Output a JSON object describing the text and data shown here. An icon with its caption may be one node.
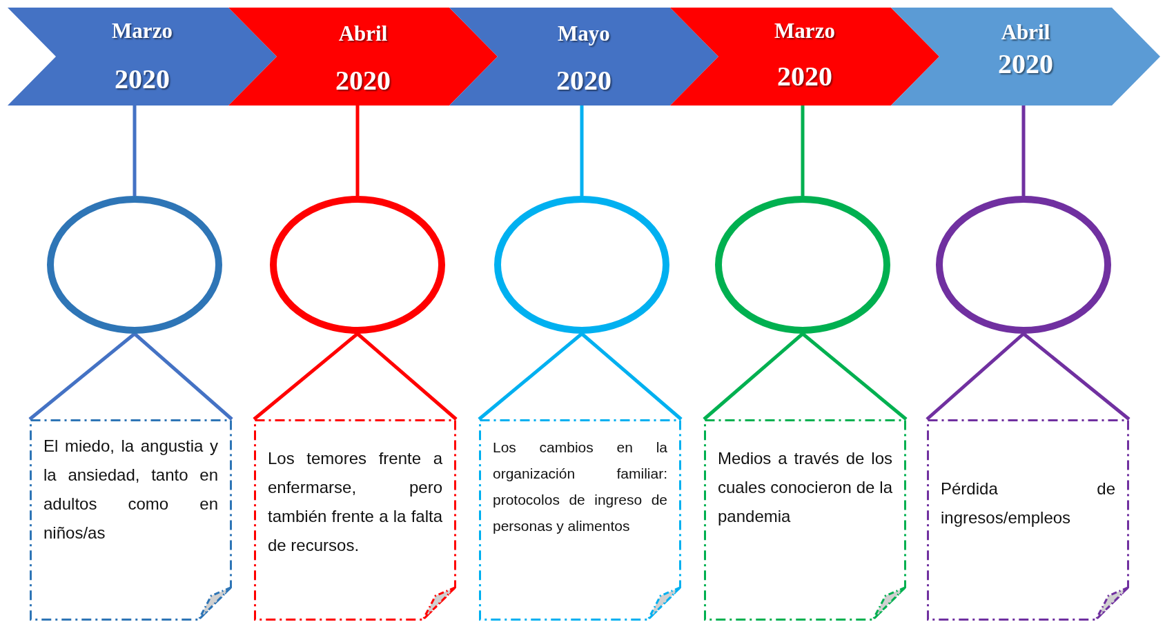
{
  "diagram": {
    "nodes": [
      {
        "text": [
          "Marzo",
          "2020"
        ]
      },
      {
        "text": [
          "Abril",
          "2020"
        ]
      },
      {
        "text": [
          "Mayo",
          "2020"
        ]
      },
      {
        "text": [
          "Marzo",
          "2020"
        ]
      },
      {
        "text": [
          "Abril",
          "2020"
        ]
      },
      {
        "text": [],
        "shape": "circle"
      },
      {
        "text": [],
        "shape": "circle"
      },
      {
        "text": [],
        "shape": "circle"
      },
      {
        "text": [],
        "shape": "circle"
      },
      {
        "text": [],
        "shape": "circle"
      },
      {
        "text": [
          "El miedo, la angustia y la ansiedad, tanto en adultos como en niños/as"
        ]
      },
      {
        "text": [
          "Los temores frente a enfermarse, pero también frente a la falta de recursos."
        ]
      },
      {
        "text": [
          "Los cambios en la organización familiar: protocolos de ingreso de personas y alimentos"
        ]
      },
      {
        "text": [
          "Medios a través de los cuales conocieron de la pandemia"
        ]
      },
      {
        "text": [
          "Pérdida de ingresos/empleos"
        ]
      }
    ],
    "edges": [
      {
        "from": 0,
        "to": 5,
        "arrow": "none",
        "color": "#4472c4"
      },
      {
        "from": 5,
        "to": 10,
        "arrow": "none",
        "color": "#4472c4"
      },
      {
        "from": 5,
        "to": 10,
        "arrow": "none",
        "color": "#4472c4"
      },
      {
        "from": 1,
        "to": 6,
        "arrow": "none",
        "color": "#ff0000"
      },
      {
        "from": 6,
        "to": 11,
        "arrow": "none",
        "color": "#ff0000"
      },
      {
        "from": 6,
        "to": 11,
        "arrow": "none",
        "color": "#ff0000"
      },
      {
        "from": 2,
        "to": 7,
        "arrow": "none",
        "color": "#00b0f0"
      },
      {
        "from": 7,
        "to": 12,
        "arrow": "none",
        "color": "#00b0f0"
      },
      {
        "from": 7,
        "to": 12,
        "arrow": "none",
        "color": "#00b0f0"
      },
      {
        "from": 3,
        "to": 8,
        "arrow": "none",
        "color": "#00b050"
      },
      {
        "from": 8,
        "to": 13,
        "arrow": "none",
        "color": "#00b050"
      },
      {
        "from": 8,
        "to": 13,
        "arrow": "none",
        "color": "#00b050"
      },
      {
        "from": 4,
        "to": 9,
        "arrow": "none",
        "color": "#7030a0"
      },
      {
        "from": 9,
        "to": 14,
        "arrow": "none",
        "color": "#7030a0"
      },
      {
        "from": 9,
        "to": 14,
        "arrow": "none",
        "color": "#7030a0"
      }
    ]
  }
}
